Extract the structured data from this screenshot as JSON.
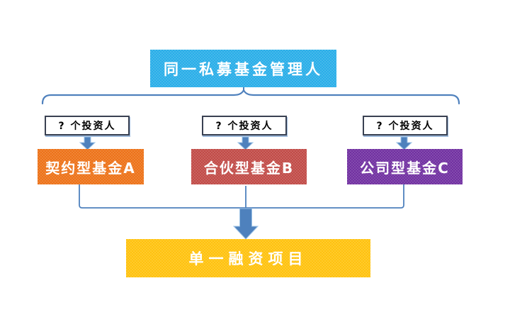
{
  "diagram": {
    "manager_box": {
      "label": "同一私募基金管理人"
    },
    "investor_boxes": [
      {
        "label": "? 个投资人"
      },
      {
        "label": "? 个投资人"
      },
      {
        "label": "? 个投资人"
      }
    ],
    "funds": [
      {
        "label": "契约型基金A",
        "color": "#ED7218"
      },
      {
        "label": "合伙型基金B",
        "color": "#C14B47"
      },
      {
        "label": "公司型基金C",
        "color": "#7130A1"
      }
    ],
    "project_box": {
      "label": "单一融资项目",
      "color": "#FFC20E"
    },
    "colors": {
      "manager_box": "#29AEE8",
      "connector_blue": "#4F81BD",
      "arrow_fill": "#4E81BD",
      "investor_border": "#3A4152",
      "background": "#FFFFFF"
    }
  }
}
